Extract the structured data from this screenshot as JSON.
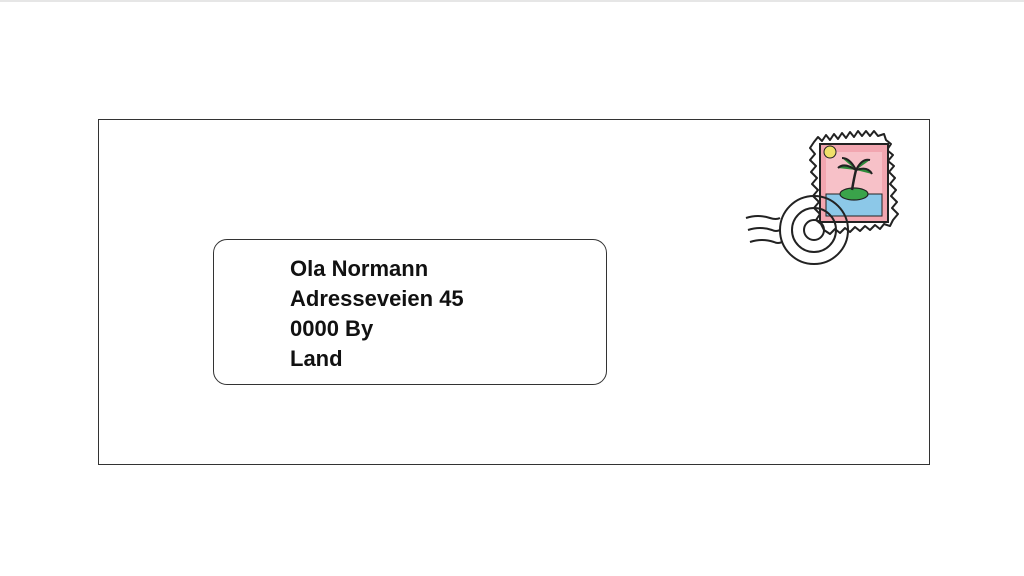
{
  "envelope": {
    "recipient": {
      "name": "Ola Normann",
      "street": "Adresseveien 45",
      "postal_city": "0000 By",
      "country": "Land"
    },
    "stamp": {
      "icon": "palm-island-stamp-icon",
      "postmark_icon": "postmark-icon",
      "colors": {
        "frame": "#f2a6b0",
        "sea": "#8cc8e8",
        "island": "#3aa34a",
        "sun": "#f0e06a"
      }
    }
  }
}
